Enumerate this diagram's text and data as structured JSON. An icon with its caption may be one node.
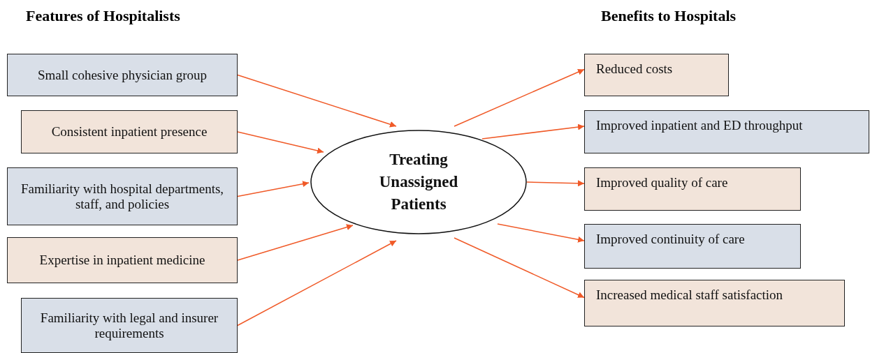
{
  "diagram": {
    "nodes": [
      {
        "text": [
          "Small cohesive physician group"
        ]
      },
      {
        "text": [
          "Consistent inpatient presence"
        ]
      },
      {
        "text": [
          "Familiarity with hospital departments, staff, and policies"
        ]
      },
      {
        "text": [
          "Expertise in inpatient medicine"
        ]
      },
      {
        "text": [
          "Familiarity with legal and insurer requirements"
        ]
      },
      {
        "text": [
          "Treating Unassigned Patients"
        ]
      },
      {
        "text": [
          "Reduced costs"
        ]
      },
      {
        "text": [
          "Improved inpatient and ED throughput"
        ]
      },
      {
        "text": [
          "Improved quality of care"
        ]
      },
      {
        "text": [
          "Improved continuity of care"
        ]
      },
      {
        "text": [
          "Increased medical staff satisfaction"
        ]
      }
    ],
    "edges": [
      {
        "from": 0,
        "to": 5,
        "arrow": "to"
      },
      {
        "from": 1,
        "to": 5,
        "arrow": "to"
      },
      {
        "from": 2,
        "to": 5,
        "arrow": "to"
      },
      {
        "from": 3,
        "to": 5,
        "arrow": "to"
      },
      {
        "from": 4,
        "to": 5,
        "arrow": "to"
      },
      {
        "from": 5,
        "to": 6,
        "arrow": "to"
      },
      {
        "from": 5,
        "to": 7,
        "arrow": "to"
      },
      {
        "from": 5,
        "to": 8,
        "arrow": "to"
      },
      {
        "from": 5,
        "to": 9,
        "arrow": "to"
      },
      {
        "from": 5,
        "to": 10,
        "arrow": "to"
      }
    ],
    "labels": [
      "Features of Hospitalists",
      "Benefits to Hospitals"
    ]
  }
}
